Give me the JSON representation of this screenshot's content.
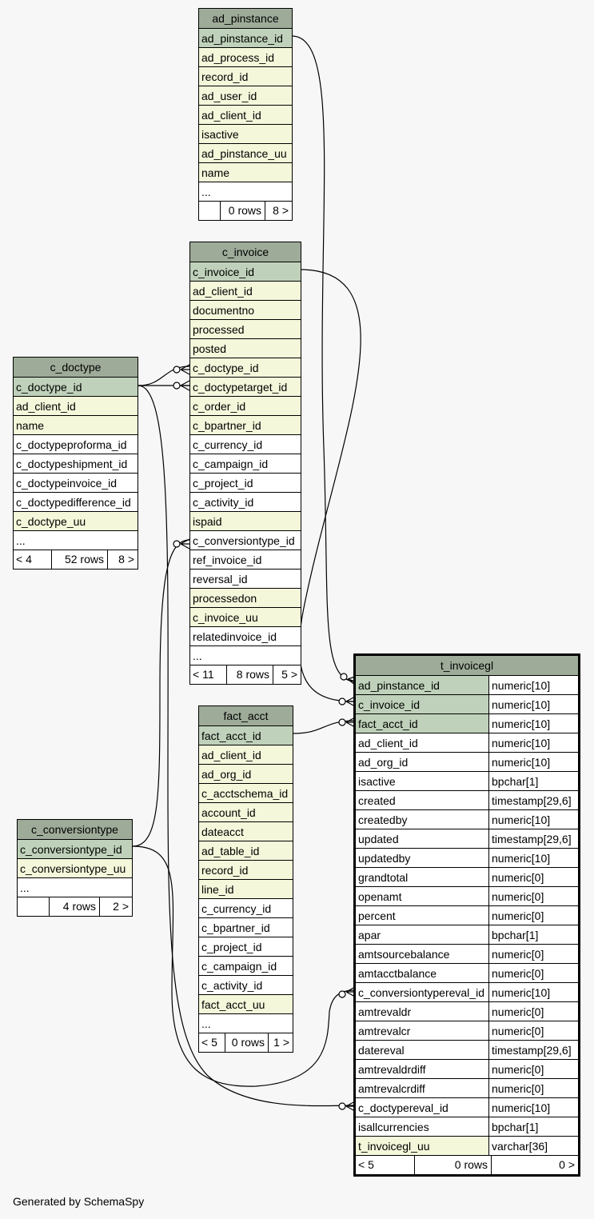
{
  "footer": "Generated by SchemaSpy",
  "tables": {
    "ad_pinstance": {
      "name": "ad_pinstance",
      "columns": [
        {
          "name": "ad_pinstance_id",
          "kind": "pk"
        },
        {
          "name": "ad_process_id",
          "kind": "fk"
        },
        {
          "name": "record_id",
          "kind": "fk"
        },
        {
          "name": "ad_user_id",
          "kind": "fk"
        },
        {
          "name": "ad_client_id",
          "kind": "fk"
        },
        {
          "name": "isactive",
          "kind": "fk"
        },
        {
          "name": "ad_pinstance_uu",
          "kind": "fk"
        },
        {
          "name": "name",
          "kind": "fk"
        }
      ],
      "more": "...",
      "footer": {
        "left": "",
        "middle": "0 rows",
        "right": "8 >"
      }
    },
    "c_invoice": {
      "name": "c_invoice",
      "columns": [
        {
          "name": "c_invoice_id",
          "kind": "pk"
        },
        {
          "name": "ad_client_id",
          "kind": "fk"
        },
        {
          "name": "documentno",
          "kind": "fk"
        },
        {
          "name": "processed",
          "kind": "fk"
        },
        {
          "name": "posted",
          "kind": "fk"
        },
        {
          "name": "c_doctype_id",
          "kind": "fk"
        },
        {
          "name": "c_doctypetarget_id",
          "kind": "fk"
        },
        {
          "name": "c_order_id",
          "kind": "fk"
        },
        {
          "name": "c_bpartner_id",
          "kind": "fk"
        },
        {
          "name": "c_currency_id",
          "kind": "plain"
        },
        {
          "name": "c_campaign_id",
          "kind": "plain"
        },
        {
          "name": "c_project_id",
          "kind": "plain"
        },
        {
          "name": "c_activity_id",
          "kind": "plain"
        },
        {
          "name": "ispaid",
          "kind": "fk"
        },
        {
          "name": "c_conversiontype_id",
          "kind": "plain"
        },
        {
          "name": "ref_invoice_id",
          "kind": "plain"
        },
        {
          "name": "reversal_id",
          "kind": "plain"
        },
        {
          "name": "processedon",
          "kind": "fk"
        },
        {
          "name": "c_invoice_uu",
          "kind": "fk"
        },
        {
          "name": "relatedinvoice_id",
          "kind": "plain"
        }
      ],
      "more": "...",
      "footer": {
        "left": "< 11",
        "middle": "8 rows",
        "right": "5 >"
      }
    },
    "c_doctype": {
      "name": "c_doctype",
      "columns": [
        {
          "name": "c_doctype_id",
          "kind": "pk"
        },
        {
          "name": "ad_client_id",
          "kind": "fk"
        },
        {
          "name": "name",
          "kind": "fk"
        },
        {
          "name": "c_doctypeproforma_id",
          "kind": "plain"
        },
        {
          "name": "c_doctypeshipment_id",
          "kind": "plain"
        },
        {
          "name": "c_doctypeinvoice_id",
          "kind": "plain"
        },
        {
          "name": "c_doctypedifference_id",
          "kind": "plain"
        },
        {
          "name": "c_doctype_uu",
          "kind": "fk"
        }
      ],
      "more": "...",
      "footer": {
        "left": "< 4",
        "middle": "52 rows",
        "right": "8 >"
      }
    },
    "fact_acct": {
      "name": "fact_acct",
      "columns": [
        {
          "name": "fact_acct_id",
          "kind": "pk"
        },
        {
          "name": "ad_client_id",
          "kind": "fk"
        },
        {
          "name": "ad_org_id",
          "kind": "fk"
        },
        {
          "name": "c_acctschema_id",
          "kind": "fk"
        },
        {
          "name": "account_id",
          "kind": "fk"
        },
        {
          "name": "dateacct",
          "kind": "fk"
        },
        {
          "name": "ad_table_id",
          "kind": "fk"
        },
        {
          "name": "record_id",
          "kind": "fk"
        },
        {
          "name": "line_id",
          "kind": "fk"
        },
        {
          "name": "c_currency_id",
          "kind": "plain"
        },
        {
          "name": "c_bpartner_id",
          "kind": "plain"
        },
        {
          "name": "c_project_id",
          "kind": "plain"
        },
        {
          "name": "c_campaign_id",
          "kind": "plain"
        },
        {
          "name": "c_activity_id",
          "kind": "plain"
        },
        {
          "name": "fact_acct_uu",
          "kind": "fk"
        }
      ],
      "more": "...",
      "footer": {
        "left": "< 5",
        "middle": "0 rows",
        "right": "1 >"
      }
    },
    "c_conversiontype": {
      "name": "c_conversiontype",
      "columns": [
        {
          "name": "c_conversiontype_id",
          "kind": "pk"
        },
        {
          "name": "c_conversiontype_uu",
          "kind": "fk"
        }
      ],
      "more": "...",
      "footer": {
        "left": "",
        "middle": "4 rows",
        "right": "2 >"
      }
    },
    "t_invoicegl": {
      "name": "t_invoicegl",
      "columns": [
        {
          "name": "ad_pinstance_id",
          "type": "numeric[10]",
          "kind": "pk"
        },
        {
          "name": "c_invoice_id",
          "type": "numeric[10]",
          "kind": "pk"
        },
        {
          "name": "fact_acct_id",
          "type": "numeric[10]",
          "kind": "pk"
        },
        {
          "name": "ad_client_id",
          "type": "numeric[10]",
          "kind": "plain"
        },
        {
          "name": "ad_org_id",
          "type": "numeric[10]",
          "kind": "plain"
        },
        {
          "name": "isactive",
          "type": "bpchar[1]",
          "kind": "plain"
        },
        {
          "name": "created",
          "type": "timestamp[29,6]",
          "kind": "plain"
        },
        {
          "name": "createdby",
          "type": "numeric[10]",
          "kind": "plain"
        },
        {
          "name": "updated",
          "type": "timestamp[29,6]",
          "kind": "plain"
        },
        {
          "name": "updatedby",
          "type": "numeric[10]",
          "kind": "plain"
        },
        {
          "name": "grandtotal",
          "type": "numeric[0]",
          "kind": "plain"
        },
        {
          "name": "openamt",
          "type": "numeric[0]",
          "kind": "plain"
        },
        {
          "name": "percent",
          "type": "numeric[0]",
          "kind": "plain"
        },
        {
          "name": "apar",
          "type": "bpchar[1]",
          "kind": "plain"
        },
        {
          "name": "amtsourcebalance",
          "type": "numeric[0]",
          "kind": "plain"
        },
        {
          "name": "amtacctbalance",
          "type": "numeric[0]",
          "kind": "plain"
        },
        {
          "name": "c_conversiontypereval_id",
          "type": "numeric[10]",
          "kind": "plain"
        },
        {
          "name": "amtrevaldr",
          "type": "numeric[0]",
          "kind": "plain"
        },
        {
          "name": "amtrevalcr",
          "type": "numeric[0]",
          "kind": "plain"
        },
        {
          "name": "datereval",
          "type": "timestamp[29,6]",
          "kind": "plain"
        },
        {
          "name": "amtrevaldrdiff",
          "type": "numeric[0]",
          "kind": "plain"
        },
        {
          "name": "amtrevalcrdiff",
          "type": "numeric[0]",
          "kind": "plain"
        },
        {
          "name": "c_doctypereval_id",
          "type": "numeric[10]",
          "kind": "plain"
        },
        {
          "name": "isallcurrencies",
          "type": "bpchar[1]",
          "kind": "plain"
        },
        {
          "name": "t_invoicegl_uu",
          "type": "varchar[36]",
          "kind": "fk"
        }
      ],
      "footer": {
        "left": "< 5",
        "middle": "0 rows",
        "right": "0 >"
      }
    }
  }
}
